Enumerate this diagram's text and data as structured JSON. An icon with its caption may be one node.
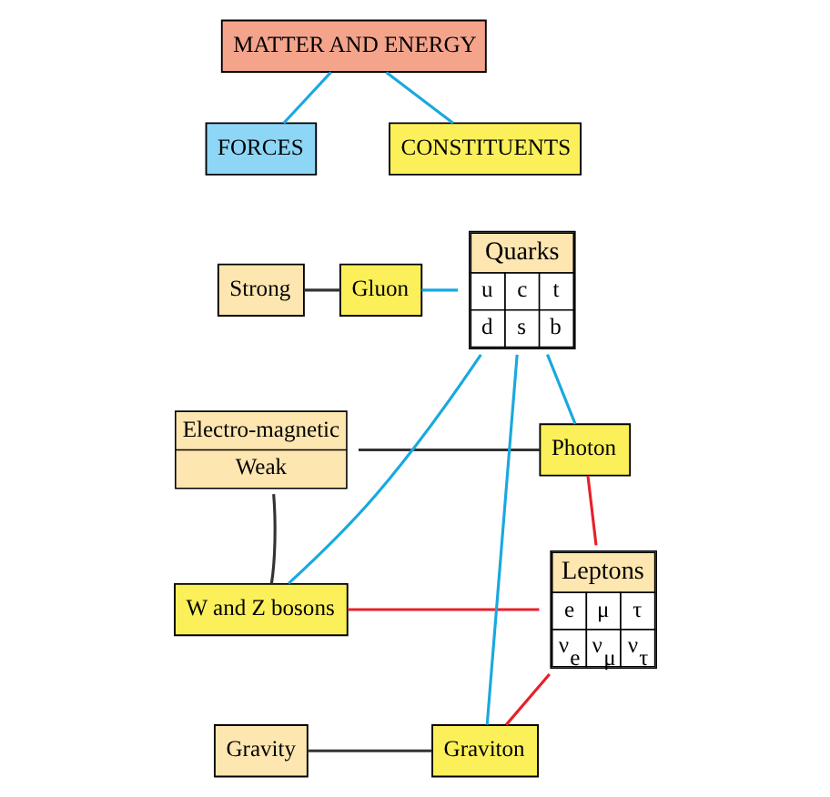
{
  "diagram": {
    "nodes": [
      {
        "text": [
          "MATTER AND ENERGY"
        ]
      },
      {
        "text": [
          "FORCES"
        ]
      },
      {
        "text": [
          "CONSTITUENTS"
        ]
      },
      {
        "text": [
          "Strong"
        ]
      },
      {
        "text": [
          "Gluon"
        ]
      },
      {
        "text": [
          "Electro-magnetic",
          "Weak"
        ]
      },
      {
        "text": [
          "Photon"
        ]
      },
      {
        "text": [
          "W and Z bosons"
        ]
      },
      {
        "text": [
          "Gravity"
        ]
      },
      {
        "text": [
          "Graviton"
        ]
      },
      {
        "text": [
          "Quarks",
          "u",
          "c",
          "t",
          "d",
          "s",
          "b"
        ]
      },
      {
        "text": [
          "Leptons",
          "e",
          "μ",
          "τ",
          "ν$_{e}$",
          "ν$_{μ}$",
          "ν$_{τ}$"
        ]
      }
    ],
    "edges": [
      {
        "from": 0,
        "to": 1,
        "arrow": "none"
      },
      {
        "from": 0,
        "to": 2,
        "arrow": "none"
      },
      {
        "from": 3,
        "to": 4,
        "arrow": "none",
        "color": "#333333"
      },
      {
        "from": 5,
        "to": 6,
        "arrow": "none",
        "color": "#333333"
      },
      {
        "from": 5,
        "to": 7,
        "arrow": "none",
        "color": "#333333"
      },
      {
        "from": 8,
        "to": 9,
        "arrow": "none",
        "color": "#333333"
      },
      {
        "from": 4,
        "to": 10,
        "arrow": "none"
      },
      {
        "from": 6,
        "to": 10,
        "arrow": "none"
      },
      {
        "from": 7,
        "to": 10,
        "arrow": "none"
      },
      {
        "from": 9,
        "to": 10,
        "arrow": "none"
      },
      {
        "from": 6,
        "to": 11,
        "arrow": "none",
        "color": "#e8202a"
      },
      {
        "from": 7,
        "to": 11,
        "arrow": "none",
        "color": "#e8202a"
      },
      {
        "from": 9,
        "to": 11,
        "arrow": "none",
        "color": "#e8202a"
      }
    ]
  }
}
